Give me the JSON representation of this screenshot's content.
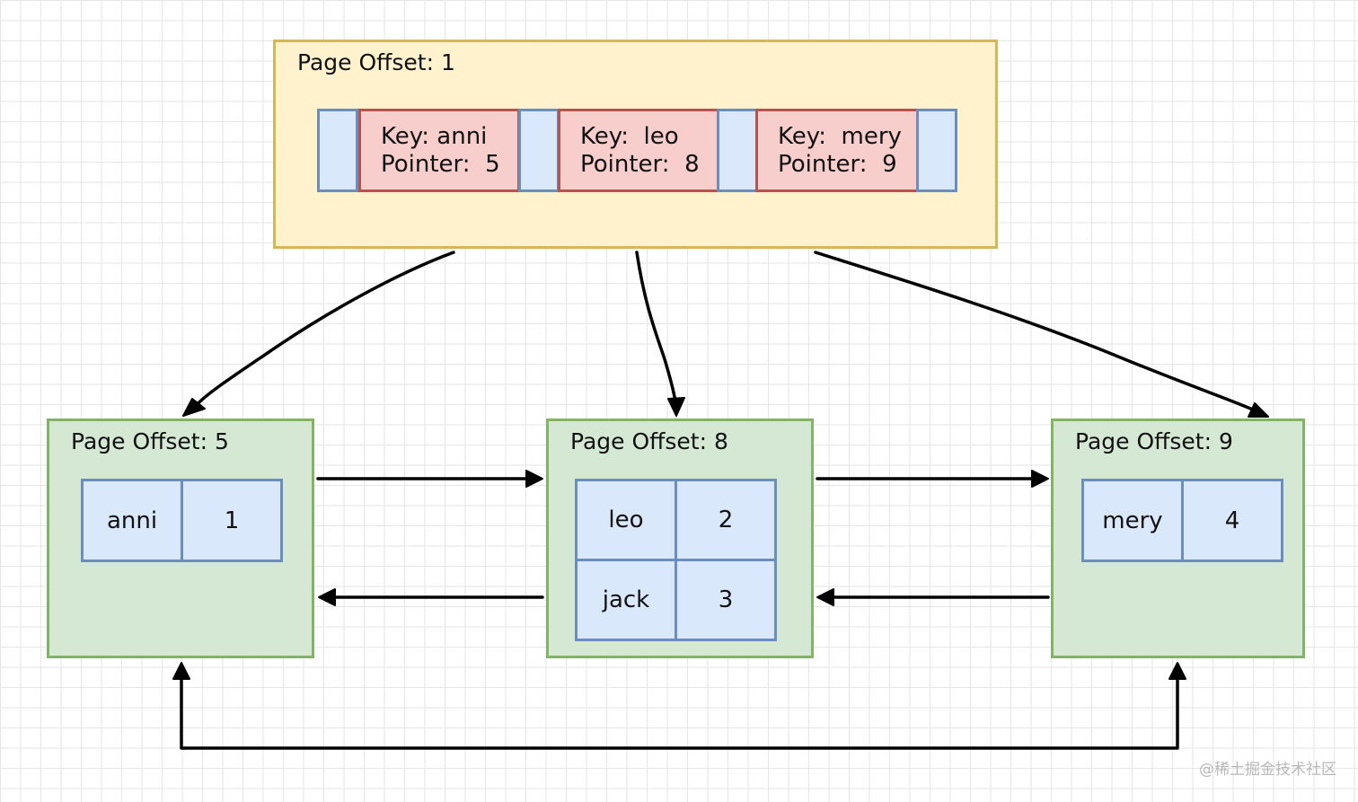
{
  "root_page": {
    "title_label": "Page Offset:",
    "offset": "1",
    "entries": [
      {
        "key_label": "Key:",
        "key": "anni",
        "pointer_label": "Pointer:",
        "pointer": "5"
      },
      {
        "key_label": "Key:",
        "key": "leo",
        "pointer_label": "Pointer:",
        "pointer": "8"
      },
      {
        "key_label": "Key:",
        "key": "mery",
        "pointer_label": "Pointer:",
        "pointer": "9"
      }
    ]
  },
  "leaf_pages": [
    {
      "title_label": "Page Offset:",
      "offset": "5",
      "records": [
        {
          "key": "anni",
          "value": "1"
        }
      ]
    },
    {
      "title_label": "Page Offset:",
      "offset": "8",
      "records": [
        {
          "key": "leo",
          "value": "2"
        },
        {
          "key": "jack",
          "value": "3"
        }
      ]
    },
    {
      "title_label": "Page Offset:",
      "offset": "9",
      "records": [
        {
          "key": "mery",
          "value": "4"
        }
      ]
    }
  ],
  "colors": {
    "root_fill": "#fff2cc",
    "root_border": "#d6b656",
    "key_fill": "#f8cecc",
    "key_border": "#b85450",
    "leaf_fill": "#d5e8d4",
    "leaf_border": "#82b366",
    "record_fill": "#dae8fc",
    "record_border": "#6c8ebf"
  },
  "watermark": "@稀土掘金技术社区"
}
